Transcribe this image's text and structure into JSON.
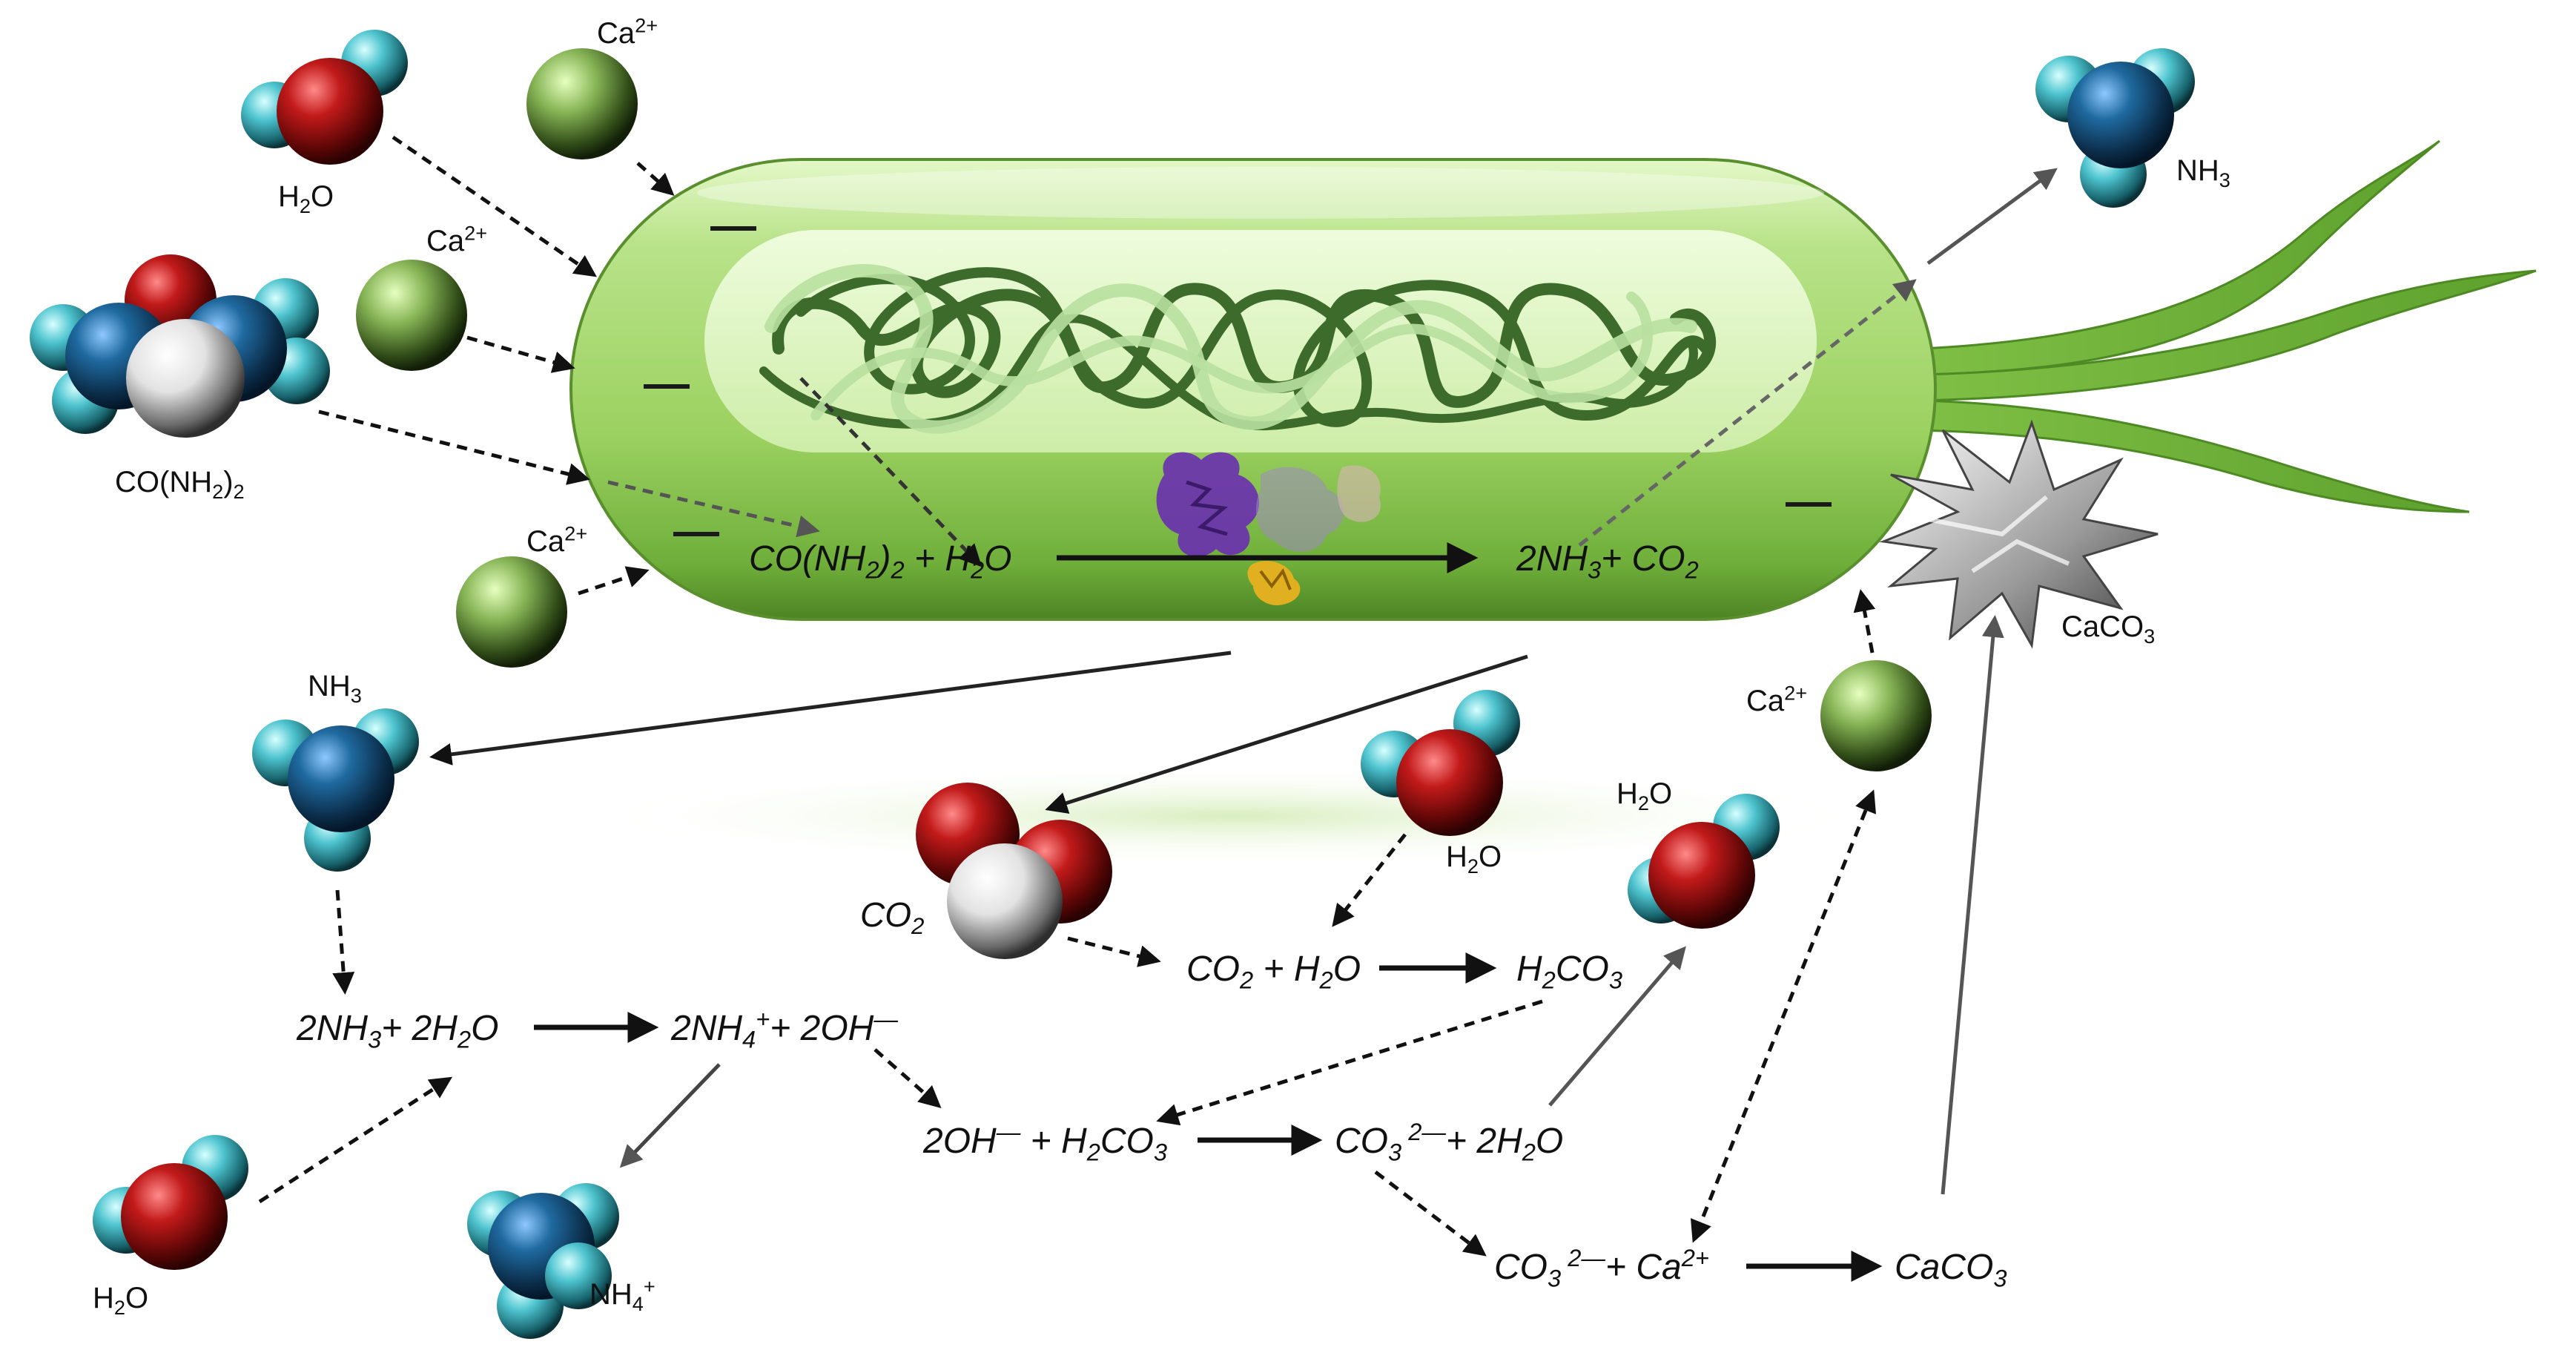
{
  "labels": {
    "h2o": "H<sub>2</sub>O",
    "ca2": "Ca<sup>2+</sup>",
    "urea": "CO(NH<sub>2</sub>)<sub>2</sub>",
    "nh3": "NH<sub>3</sub>",
    "nh4": "NH<sub>4</sub><sup>+</sup>",
    "co2": "CO<sub>2</sub>",
    "caco3": "CaCO<sub>3</sub>"
  },
  "equations": {
    "urea_hydrolysis_left": "CO(NH<sub>2</sub>)<sub>2</sub> + H<sub>2</sub>O",
    "urea_hydrolysis_right": "2NH<sub>3</sub>+ CO<sub>2</sub>",
    "ammonia_left": "2NH<sub>3</sub>+ 2H<sub>2</sub>O",
    "ammonia_right": "2NH<sub>4</sub><sup>+</sup>+ 2OH<sup>—</sup>",
    "carbonic_left": "CO<sub>2</sub> + H<sub>2</sub>O",
    "carbonic_right": "H<sub>2</sub>CO<sub>3</sub>",
    "carbonate_left": "2OH<sup>—</sup> + H<sub>2</sub>CO<sub>3</sub>",
    "carbonate_right": "CO<sub>3</sub><sup>&nbsp;2—</sup>+ 2H<sub>2</sub>O",
    "precip_left": "CO<sub>3</sub><sup>&nbsp;2—</sup>+ Ca<sup>2+</sup>",
    "precip_right": "CaCO<sub>3</sub>"
  },
  "colors": {
    "oxygen": "#b01414",
    "nitrogen": "#1d5f8e",
    "hydrogen": "#4cc0cc",
    "carbon": "#e6e6e6",
    "calcium": "#7aa84a",
    "cell_body": "#a8d870",
    "dna_dark": "#3d6b2c",
    "dna_light": "#b8e0a0"
  }
}
